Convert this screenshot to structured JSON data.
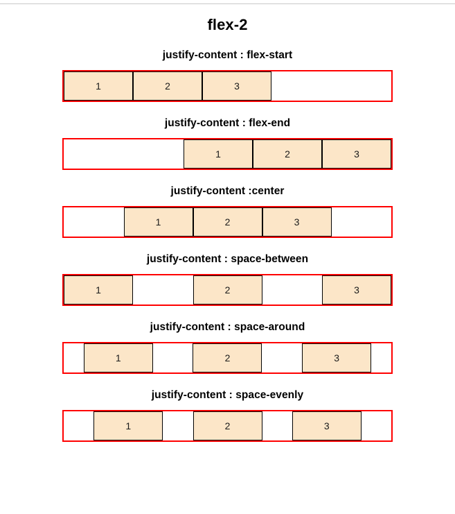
{
  "page": {
    "title": "flex-2",
    "background_color": "#ffffff",
    "container_border_color": "#ff0000",
    "item_background_color": "#fce6c8",
    "item_border_color": "#000000"
  },
  "sections": [
    {
      "heading": "justify-content : flex-start",
      "justify": "flex-start",
      "items": [
        {
          "label": "1"
        },
        {
          "label": "2"
        },
        {
          "label": "3"
        }
      ]
    },
    {
      "heading": "justify-content : flex-end",
      "justify": "flex-end",
      "items": [
        {
          "label": "1"
        },
        {
          "label": "2"
        },
        {
          "label": "3"
        }
      ]
    },
    {
      "heading": "justify-content :center",
      "justify": "center",
      "items": [
        {
          "label": "1"
        },
        {
          "label": "2"
        },
        {
          "label": "3"
        }
      ]
    },
    {
      "heading": "justify-content : space-between",
      "justify": "space-between",
      "items": [
        {
          "label": "1"
        },
        {
          "label": "2"
        },
        {
          "label": "3"
        }
      ]
    },
    {
      "heading": "justify-content : space-around",
      "justify": "space-around",
      "items": [
        {
          "label": "1"
        },
        {
          "label": "2"
        },
        {
          "label": "3"
        }
      ]
    },
    {
      "heading": "justify-content : space-evenly",
      "justify": "space-evenly",
      "items": [
        {
          "label": "1"
        },
        {
          "label": "2"
        },
        {
          "label": "3"
        }
      ]
    }
  ]
}
